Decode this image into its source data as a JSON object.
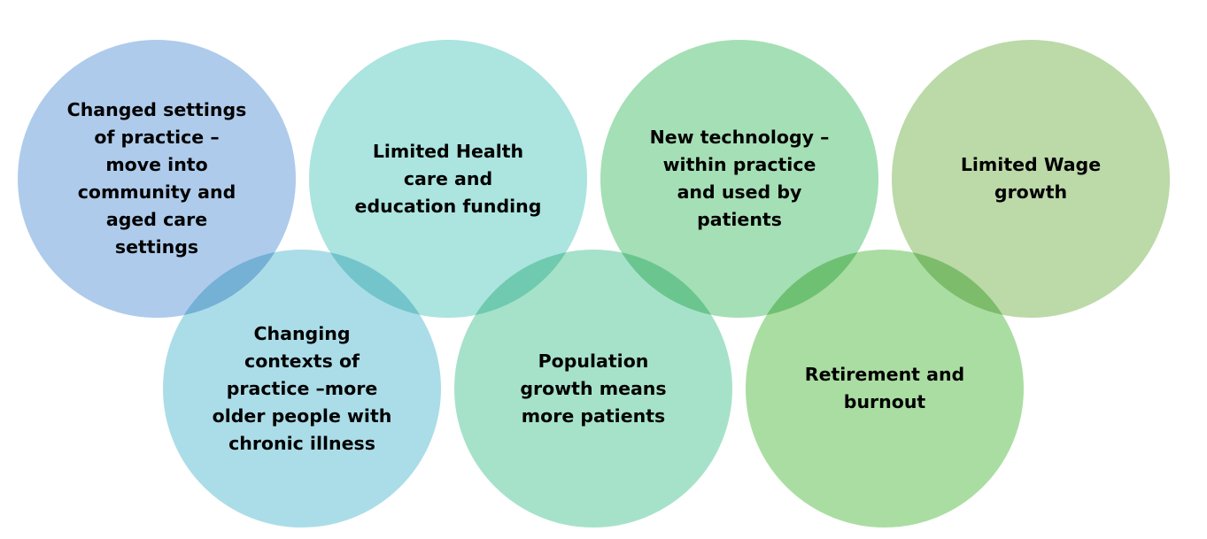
{
  "circles": [
    {
      "id": "c-top-1",
      "text": "Changed settings\nof practice –\nmove into\ncommunity and\naged care\nsettings",
      "color": "#aecbeb"
    },
    {
      "id": "c-top-2",
      "text": "Limited Health\ncare and\neducation funding",
      "color": "#ace4df"
    },
    {
      "id": "c-top-3",
      "text": "New technology –\nwithin practice\nand used by\npatients",
      "color": "#a5dfb5"
    },
    {
      "id": "c-top-4",
      "text": "Limited Wage\ngrowth",
      "color": "#bcd9a8"
    },
    {
      "id": "c-bot-1",
      "text": "Changing\ncontexts of\npractice –more\nolder people with\nchronic illness",
      "color": "#abdde8"
    },
    {
      "id": "c-bot-2",
      "text": "Population\ngrowth means\nmore patients",
      "color": "#a6e2c9"
    },
    {
      "id": "c-bot-3",
      "text": "Retirement and\nburnout",
      "color": "#aadda2"
    }
  ]
}
